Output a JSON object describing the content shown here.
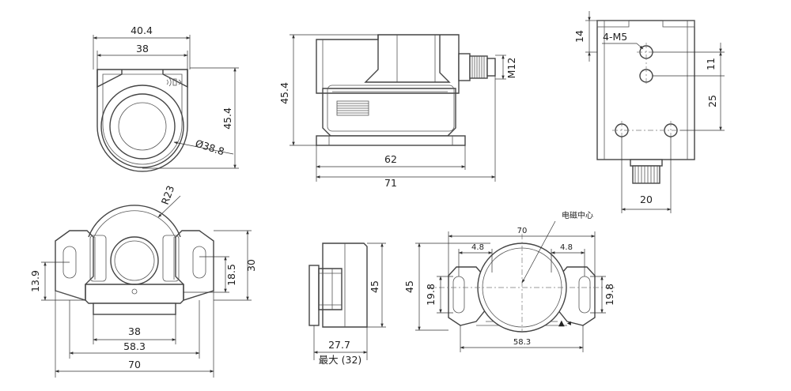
{
  "labels": {
    "front_width_total": "40.4",
    "front_width_inner": "38",
    "front_height": "45.4",
    "front_diameter": "Ø38.8",
    "side_height": "45.4",
    "side_connector": "M12",
    "side_length_body": "62",
    "side_length_total": "71",
    "back_top": "14",
    "back_holes": "4-M5",
    "back_spacing_11": "11",
    "back_spacing_25": "25",
    "back_width_20": "20",
    "bottom_radius": "R23",
    "bottom_left_13_9": "13.9",
    "bottom_right_18_5": "18.5",
    "bottom_right_30": "30",
    "bottom_w_38": "38",
    "bottom_w_58_3": "58.3",
    "bottom_w_70": "70",
    "thin_height_45": "45",
    "thin_depth": "27.7",
    "thin_max": "最大 (32)",
    "plan_center": "电磁中心",
    "plan_w_70": "70",
    "plan_left_4_8": "4.8",
    "plan_right_4_8": "4.8",
    "plan_height_45": "45",
    "plan_left_19_8": "19.8",
    "plan_right_19_8": "19.8",
    "plan_w_58_3": "58.3"
  }
}
